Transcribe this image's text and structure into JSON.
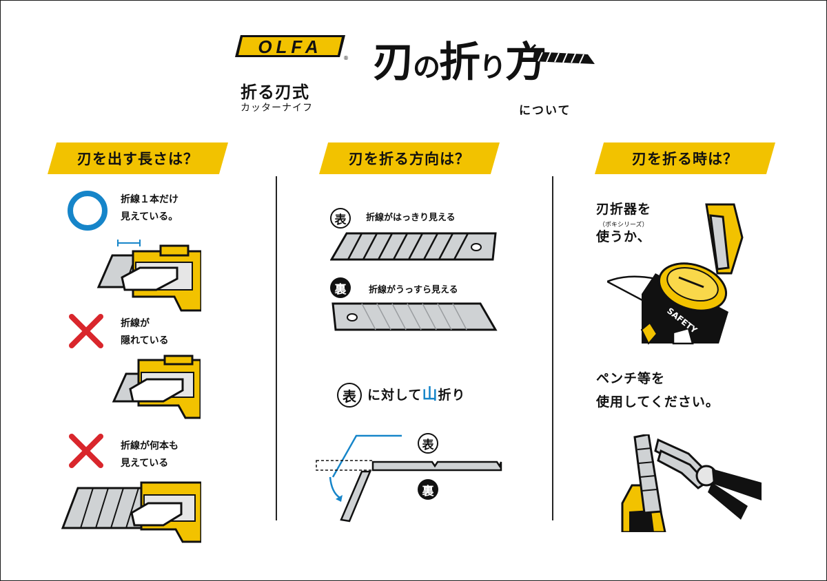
{
  "header": {
    "logo_text": "OLFA",
    "logo_mark": "®",
    "subtitle_line1": "折る刃式",
    "subtitle_line2": "カッターナイフ",
    "title_main_1": "刃",
    "title_particle": "の",
    "title_main_2": "折",
    "title_small": "り",
    "title_main_3": "方",
    "title_sub": "について"
  },
  "sections": {
    "length": {
      "title": "刃を出す長さは？",
      "items": [
        {
          "mark": "circle",
          "text_line1": "折線１本だけ",
          "text_line2": "見えている。"
        },
        {
          "mark": "cross",
          "text_line1": "折線が",
          "text_line2": "隠れている"
        },
        {
          "mark": "cross",
          "text_line1": "折線が何本も",
          "text_line2": "見えている"
        }
      ]
    },
    "direction": {
      "title": "刃を折る方向は？",
      "front_label": "表",
      "front_text": "折線がはっきり見える",
      "back_label": "裏",
      "back_text": "折線がうっすら見える",
      "fold_prefix_mark": "表",
      "fold_text_1": "に対して",
      "fold_highlight": "山",
      "fold_text_2": "折り",
      "diagram_front": "表",
      "diagram_back": "裏"
    },
    "timing": {
      "title": "刃を折る時は？",
      "line1": "刃折器を",
      "line1_note": "（ポキシリーズ）",
      "line2": "使うか、",
      "safety_text": "SAFETY",
      "line3": "ペンチ等を",
      "line4": "使用してください。"
    }
  },
  "colors": {
    "yellow": "#f2c200",
    "blue": "#1685c9",
    "red": "#d9262c",
    "black": "#111111"
  }
}
